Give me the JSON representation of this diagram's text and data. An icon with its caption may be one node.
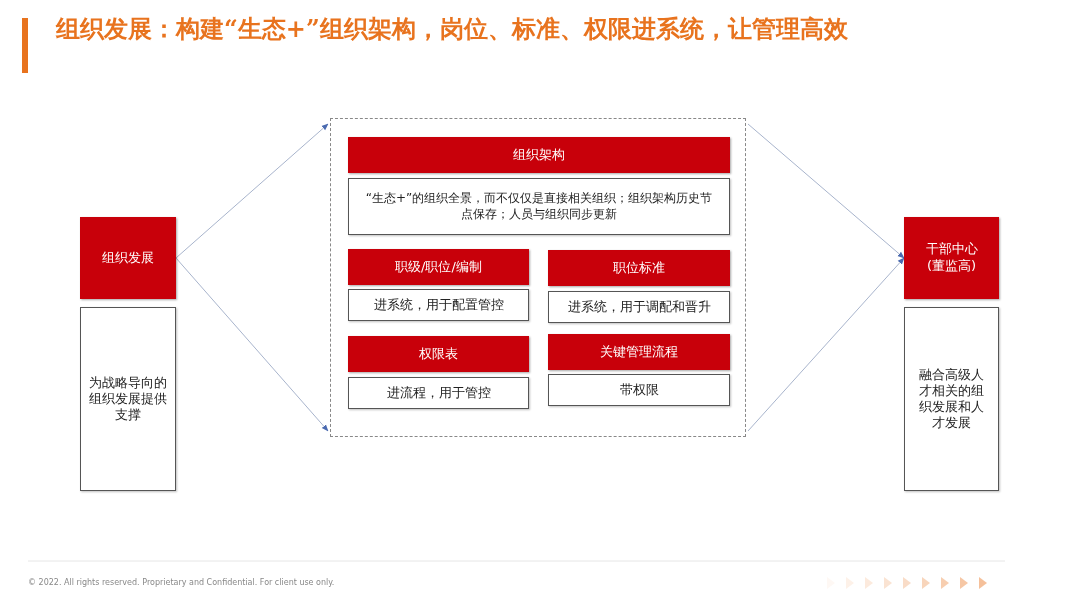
{
  "diagram": {
    "title": "组织发展：构建“生态+”组织架构，岗位、标准、权限进系统，让管理高效",
    "nodes": [
      {
        "text": [
          "组织发展"
        ]
      },
      {
        "text": [
          "为战略导向的组织发展提供支撑"
        ]
      },
      {
        "text": [],
        "shape": "box"
      },
      {
        "text": [
          "组织架构"
        ],
        "in": 2
      },
      {
        "text": [
          "“生态+”的组织全景，而不仅仅是直接相关组织；组织架构历史节点保存；人员与组织同步更新"
        ],
        "in": 2
      },
      {
        "text": [
          "职级/职位/编制"
        ],
        "in": 2
      },
      {
        "text": [
          "进系统，用于配置管控"
        ],
        "in": 2
      },
      {
        "text": [
          "职位标准"
        ],
        "in": 2
      },
      {
        "text": [
          "进系统，用于调配和晋升"
        ],
        "in": 2
      },
      {
        "text": [
          "权限表"
        ],
        "in": 2
      },
      {
        "text": [
          "进流程，用于管控"
        ],
        "in": 2
      },
      {
        "text": [
          "关键管理流程"
        ],
        "in": 2
      },
      {
        "text": [
          "带权限"
        ],
        "in": 2
      },
      {
        "text": [
          "干部中心 (董监高)"
        ]
      },
      {
        "text": [
          "融合高级人才相关的组织发展和人才发展"
        ]
      }
    ],
    "edges": [
      {
        "from": 0,
        "to": 2,
        "arrow": "to"
      },
      {
        "from": 0,
        "to": 2,
        "arrow": "to"
      },
      {
        "from": 2,
        "to": 13,
        "arrow": "to"
      },
      {
        "from": 2,
        "to": 13,
        "arrow": "to"
      }
    ],
    "labels": [
      "© 2022. All rights reserved. Proprietary and Confidential. For client use only."
    ]
  }
}
